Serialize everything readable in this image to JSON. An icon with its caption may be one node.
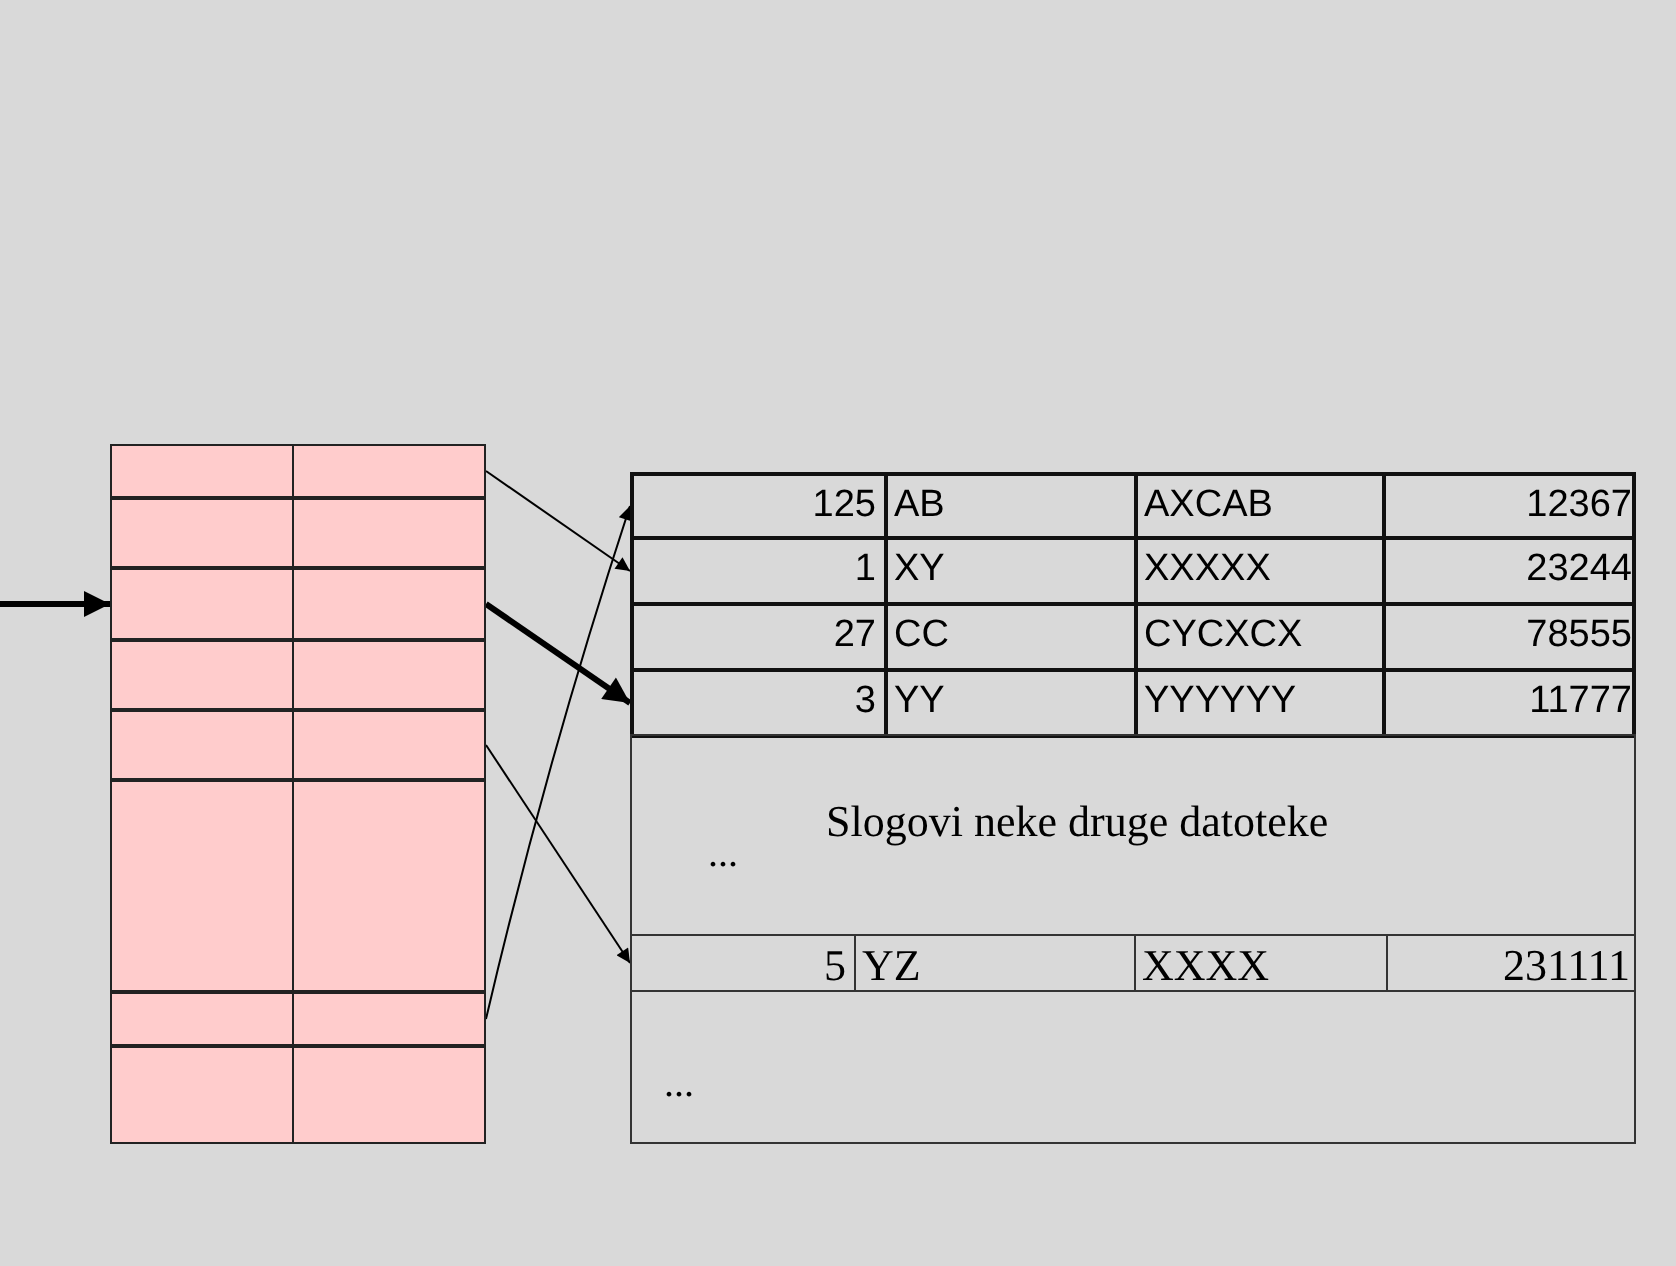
{
  "diagram": {
    "nodes": [
      {
        "text": [],
        "shape": "box"
      },
      {
        "text": [],
        "shape": "box"
      },
      {
        "text": [],
        "shape": "box"
      },
      {
        "text": [],
        "shape": "box"
      },
      {
        "text": [],
        "shape": "box"
      },
      {
        "text": [],
        "shape": "box"
      },
      {
        "text": [],
        "shape": "box"
      },
      {
        "text": [],
        "shape": "box"
      },
      {
        "text": [
          "125",
          "AB",
          "AXCAB",
          "12367"
        ]
      },
      {
        "text": [
          "1",
          "XY",
          "XXXXX",
          "23244"
        ]
      },
      {
        "text": [
          "27",
          "CC",
          "CYCXCX",
          "78555"
        ]
      },
      {
        "text": [
          "3",
          "YY",
          "YYYYYY",
          "11777"
        ]
      },
      {
        "text": [
          "Slogovi neke druge datoteke",
          "..."
        ]
      },
      {
        "text": [
          "5",
          "YZ",
          "XXXX",
          "231111"
        ]
      },
      {
        "text": [
          "..."
        ]
      }
    ],
    "edges": [
      {
        "from": 0,
        "to": 9,
        "arrow": "to"
      },
      {
        "from": 2,
        "to": 11,
        "arrow": "to",
        "style": "thick"
      },
      {
        "from": 4,
        "to": 13,
        "arrow": "to"
      },
      {
        "from": 6,
        "to": 8,
        "arrow": "to"
      },
      {
        "from": null,
        "to": 2,
        "arrow": "to",
        "style": "thick"
      }
    ]
  }
}
